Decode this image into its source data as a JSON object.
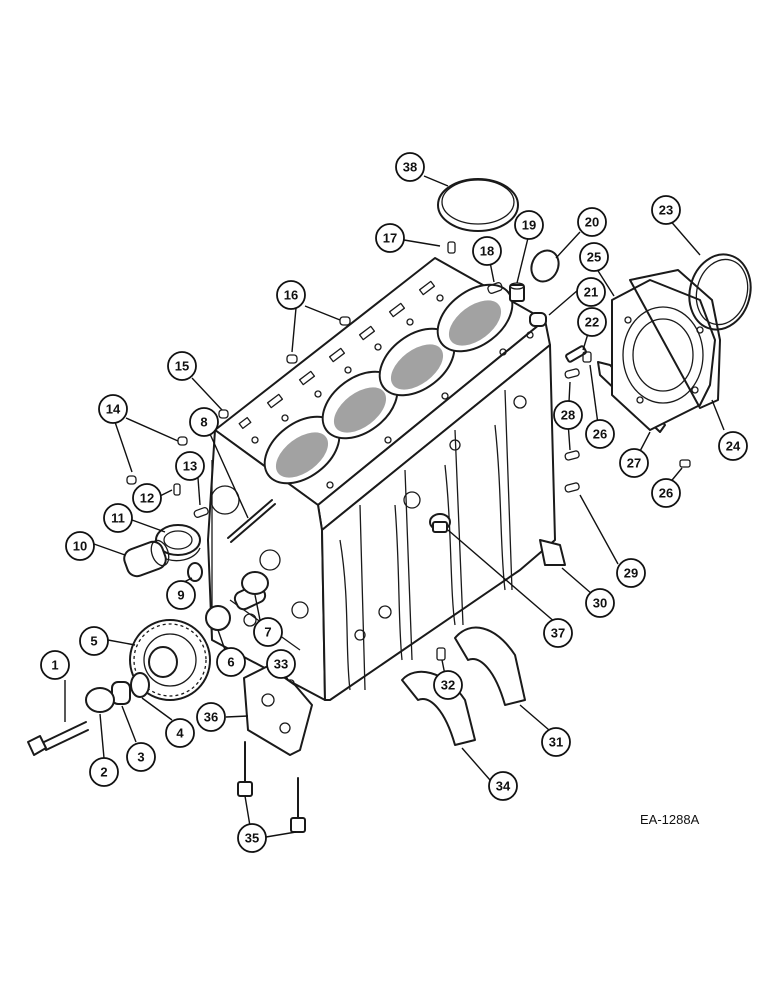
{
  "drawing": {
    "reference_code": "EA-1288A",
    "callouts": [
      "1",
      "2",
      "3",
      "4",
      "5",
      "6",
      "7",
      "8",
      "9",
      "10",
      "11",
      "12",
      "13",
      "14",
      "15",
      "16",
      "17",
      "18",
      "19",
      "20",
      "21",
      "22",
      "23",
      "24",
      "25",
      "26",
      "27",
      "28",
      "29",
      "30",
      "31",
      "32",
      "33",
      "34",
      "35",
      "36",
      "37",
      "38"
    ],
    "duplicate_callouts": [
      "26"
    ]
  }
}
